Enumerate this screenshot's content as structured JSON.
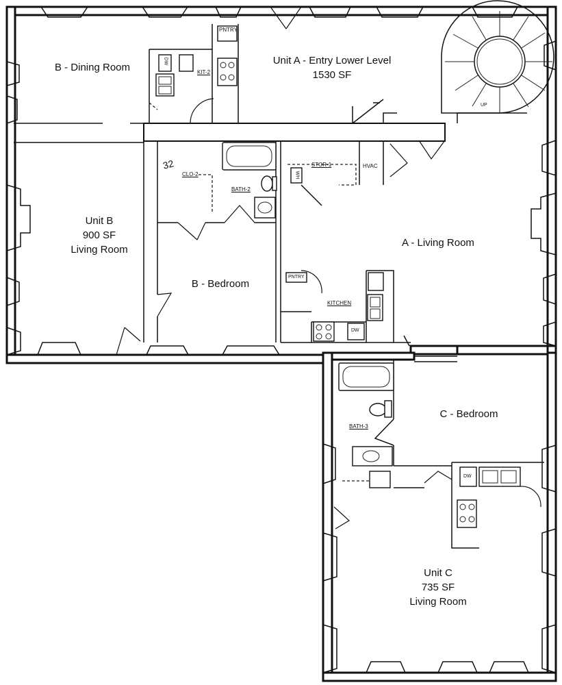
{
  "rooms": {
    "b_dining": "B - Dining Room",
    "unit_a": {
      "line1": "Unit A - Entry Lower Level",
      "line2": "1530 SF"
    },
    "unit_b": {
      "line1": "Unit B",
      "line2": "900 SF",
      "line3": "Living Room"
    },
    "a_living": "A - Living Room",
    "b_bedroom": "B - Bedroom",
    "c_bedroom": "C - Bedroom",
    "unit_c": {
      "line1": "Unit C",
      "line2": "735 SF",
      "line3": "Living Room"
    }
  },
  "tags": {
    "pntry_top": "PNTRY",
    "dw_top": "DW",
    "kit2": "KIT-2",
    "clo2": "CLO-2",
    "bath2": "BATH-2",
    "stor1": "STOR-1",
    "hvac": "HVAC",
    "wh": "WH",
    "pntry_mid": "PNTRY",
    "kitchen": "KITCHEN",
    "dw_mid": "DW",
    "bath3": "BATH-3",
    "dw_c": "DW",
    "up": "UP",
    "handwritten": "32"
  }
}
